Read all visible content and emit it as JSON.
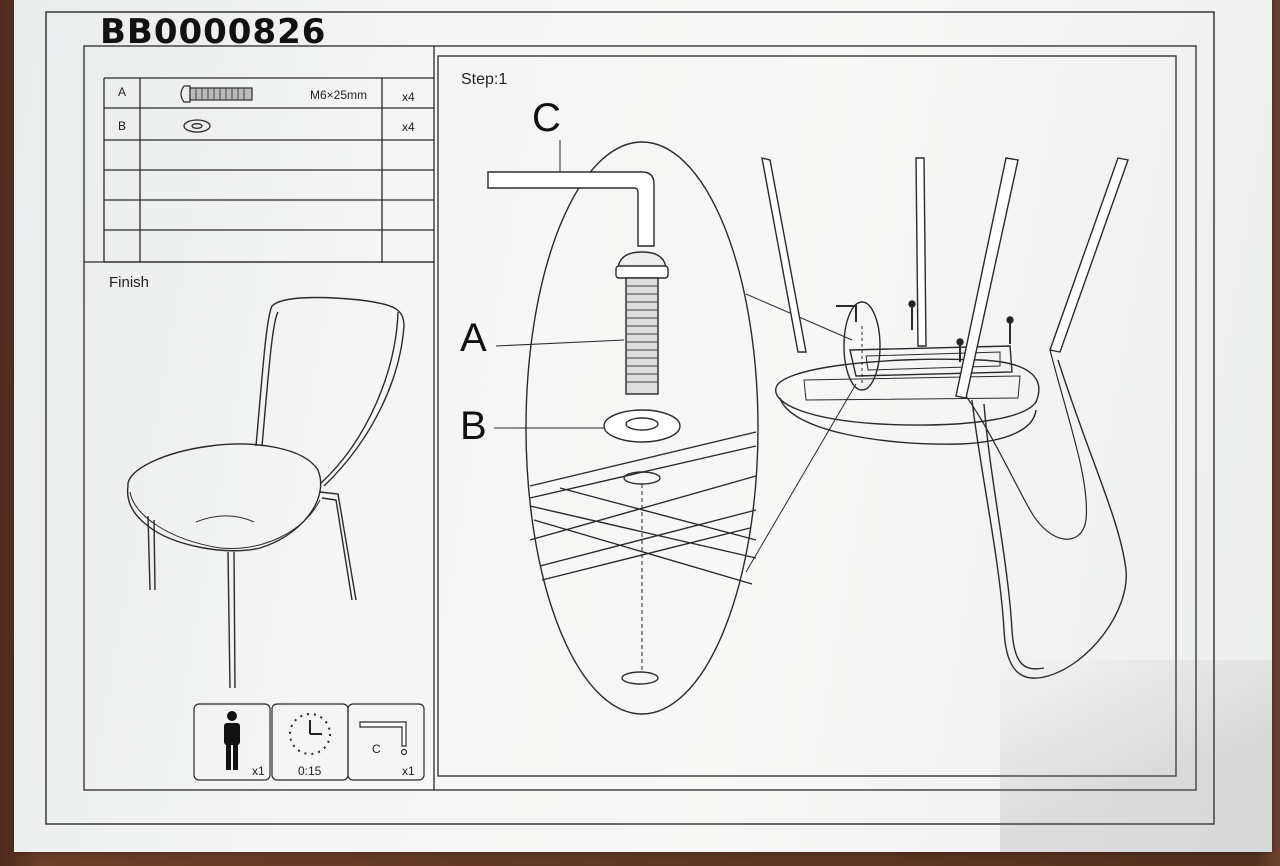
{
  "document": {
    "code": "BB0000826",
    "parts": [
      {
        "letter": "A",
        "spec": "M6×25mm",
        "qty": "x4"
      },
      {
        "letter": "B",
        "spec": "",
        "qty": "x4"
      }
    ],
    "finish_label": "Finish",
    "step_label": "Step:1",
    "callouts": {
      "c": "C",
      "a": "A",
      "b": "B"
    },
    "info_boxes": {
      "persons": "x1",
      "time": "0:15",
      "tool_letter": "C",
      "tool_qty": "x1"
    }
  }
}
